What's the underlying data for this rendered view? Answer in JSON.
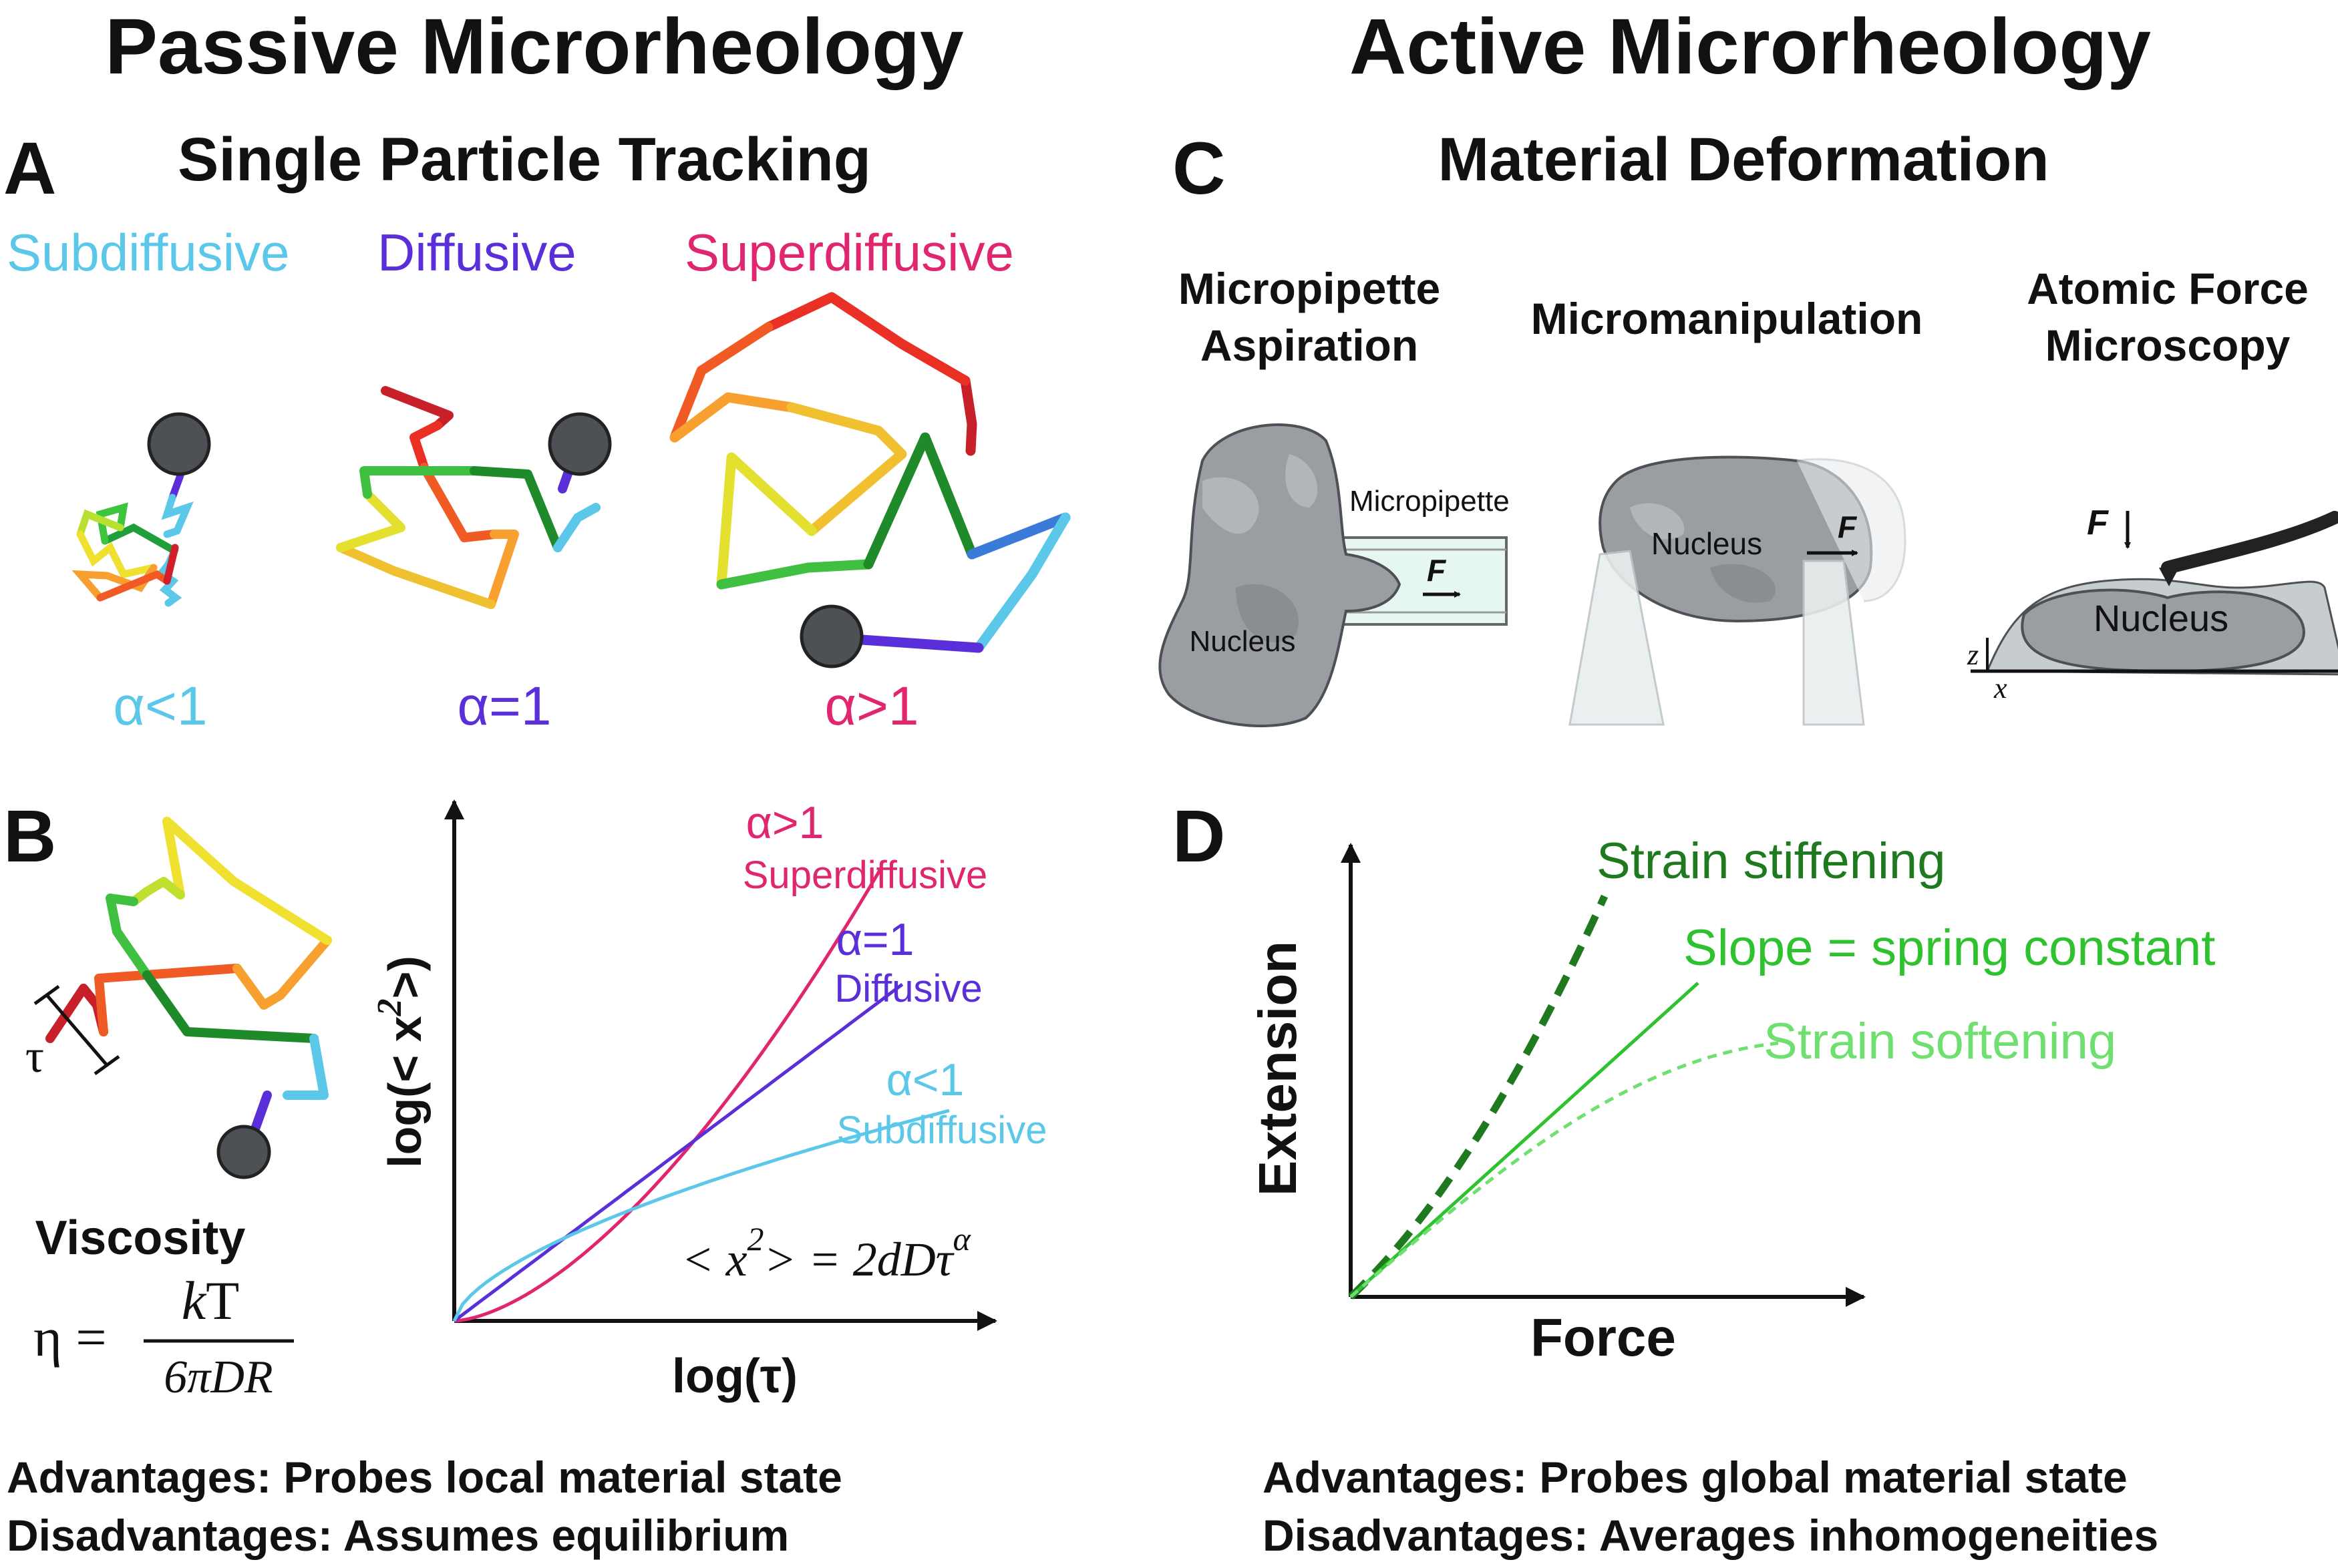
{
  "headings": {
    "passive": "Passive Microrheology",
    "active": "Active Microrheology"
  },
  "panel_a": {
    "letter": "A",
    "title": "Single Particle Tracking",
    "subdiffusive": "Subdiffusive",
    "diffusive": "Diffusive",
    "superdiffusive": "Superdiffusive",
    "alpha_lt": "α<1",
    "alpha_eq": "α=1",
    "alpha_gt": "α>1"
  },
  "panel_b": {
    "letter": "B",
    "tau": "τ",
    "viscosity_title": "Viscosity",
    "eta": "η =",
    "numerator_k": "k",
    "numerator_T": "T",
    "denominator": "6πDR",
    "ylabel": "log(< x",
    "ylabel_sup": "2",
    "ylabel_end": ">)",
    "xlabel": "log(τ)",
    "equation_pre": "< x",
    "equation_sup": "2",
    "equation_mid": "> = 2dDτ",
    "equation_sup2": "α",
    "curve_super_alpha": "α>1",
    "curve_super_label": "Superdiffusive",
    "curve_diff_alpha": "α=1",
    "curve_diff_label": "Diffusive",
    "curve_sub_alpha": "α<1",
    "curve_sub_label": "Subdiffusive"
  },
  "panel_c": {
    "letter": "C",
    "title": "Material Deformation",
    "method1_line1": "Micropipette",
    "method1_line2": "Aspiration",
    "method2": "Micromanipulation",
    "method3_line1": "Atomic Force",
    "method3_line2": "Microscopy",
    "micropipette_label": "Micropipette",
    "nucleus": "Nucleus",
    "force_symbol": "F",
    "axis_z": "z",
    "axis_x": "x"
  },
  "panel_d": {
    "letter": "D",
    "ylabel": "Extension",
    "xlabel": "Force",
    "stiffening": "Strain stiffening",
    "linear": "Slope = spring constant",
    "softening": "Strain softening"
  },
  "footer": {
    "left_adv": "Advantages: Probes local material state",
    "left_dis": "Disadvantages: Assumes equilibrium",
    "right_adv": "Advantages: Probes global material state",
    "right_dis": "Disadvantages: Averages inhomogeneities"
  },
  "colors": {
    "subdiffusive": "#5bc8ea",
    "diffusive": "#5a2ed8",
    "superdiffusive": "#e0266e",
    "stiffening": "#1f7a1f",
    "linear": "#2fc22f",
    "softening": "#6fe06f",
    "bead": "#4d5156"
  }
}
